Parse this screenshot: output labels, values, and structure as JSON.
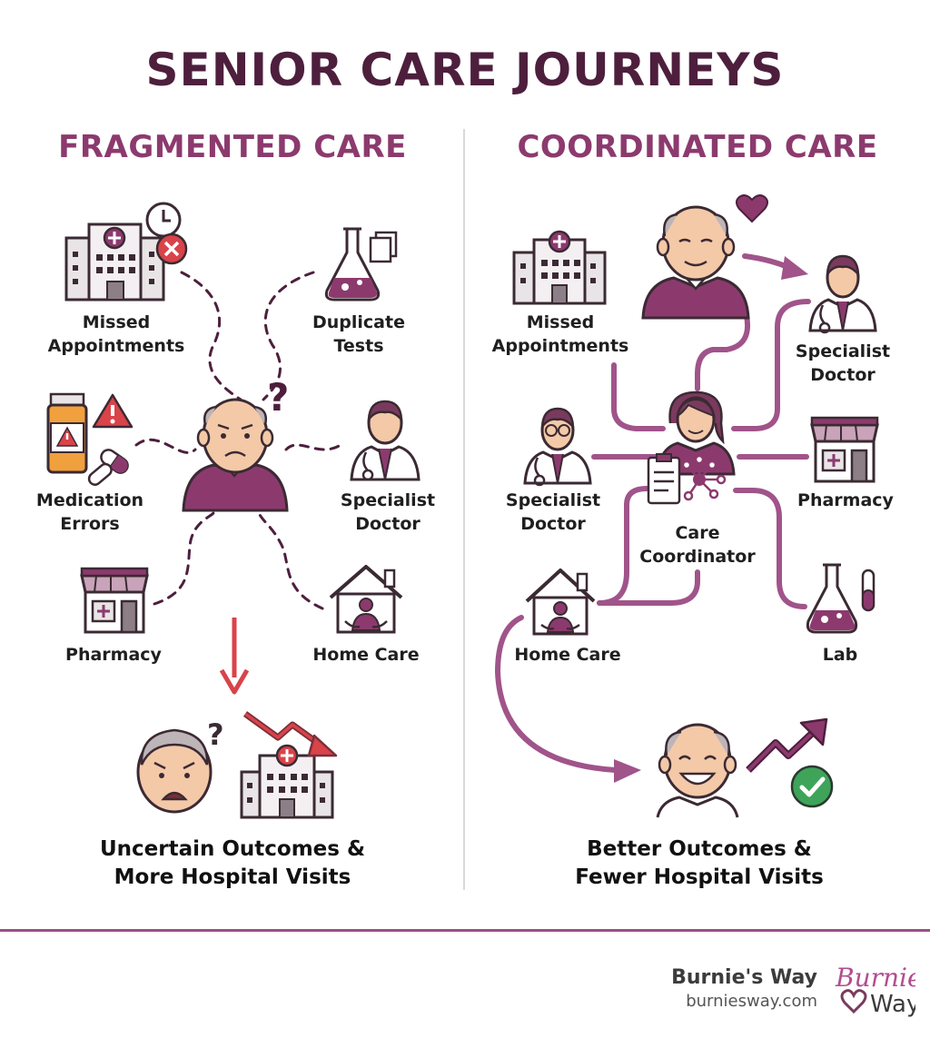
{
  "title": "SENIOR CARE JOURNEYS",
  "left": {
    "heading": "FRAGMENTED CARE",
    "nodes": {
      "missed": "Missed\nAppointments",
      "duplicate": "Duplicate\nTests",
      "medication": "Medication\nErrors",
      "specialist": "Specialist\nDoctor",
      "pharmacy": "Pharmacy",
      "home_care": "Home Care"
    },
    "outcome": "Uncertain Outcomes &\nMore Hospital Visits"
  },
  "right": {
    "heading": "COORDINATED CARE",
    "nodes": {
      "missed": "Missed\nAppointments",
      "specialist_top": "Specialist\nDoctor",
      "specialist_left": "Specialist\nDoctor",
      "coordinator": "Care\nCoordinator",
      "pharmacy": "Pharmacy",
      "home_care": "Home Care",
      "lab": "Lab"
    },
    "outcome": "Better Outcomes &\nFewer Hospital Visits"
  },
  "footer": {
    "brand": "Burnie's Way",
    "url": "burniesway.com",
    "logo_text_top": "Burnie",
    "logo_text_bottom": "Way"
  },
  "colors": {
    "plum": "#8c3a6e",
    "dark_plum": "#4d1f3d",
    "alert_red": "#d9434a",
    "success_green": "#3ea45a"
  }
}
